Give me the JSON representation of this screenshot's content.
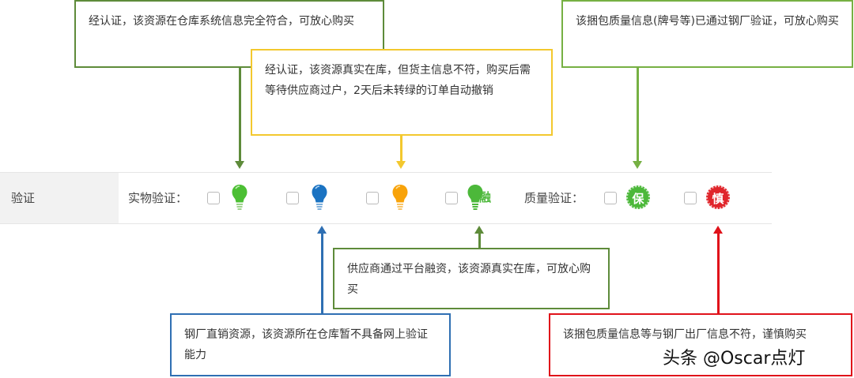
{
  "row": {
    "label": "验证",
    "physical_label": "实物验证：",
    "quality_label": "质量验证：",
    "options": [
      {
        "id": "green-bulb",
        "icon": "lightbulb-green-icon",
        "color": "#4cbf34",
        "checked": false
      },
      {
        "id": "blue-bulb",
        "icon": "lightbulb-blue-icon",
        "color": "#1b73c2",
        "checked": false
      },
      {
        "id": "orange-bulb",
        "icon": "lightbulb-orange-icon",
        "color": "#f8a30a",
        "checked": false
      },
      {
        "id": "finance-bulb",
        "icon": "lightbulb-finance-icon",
        "color": "#4cb83a",
        "badge_text": "融",
        "checked": false
      },
      {
        "id": "bao-badge",
        "icon": "quality-guaranteed-badge-icon",
        "color": "#4cb83a",
        "badge_text": "保",
        "checked": false
      },
      {
        "id": "shen-badge",
        "icon": "caution-badge-icon",
        "color": "#e0252b",
        "badge_text": "慎",
        "checked": false
      }
    ]
  },
  "callouts": {
    "green_bulb": {
      "text": "经认证，该资源在仓库系统信息完全符合，可放心购买",
      "color": "#5e8b3a"
    },
    "orange_bulb": {
      "text": "经认证，该资源真实在库，但货主信息不符，购买后需等待供应商过户，2天后未转绿的订单自动撤销",
      "color": "#f3c82e"
    },
    "bao_badge": {
      "text": "该捆包质量信息(牌号等)已通过钢厂验证，可放心购买",
      "color": "#76b043"
    },
    "finance_bulb": {
      "text": "供应商通过平台融资，该资源真实在库，可放心购买",
      "color": "#5e8b3a"
    },
    "blue_bulb": {
      "text": "钢厂直销资源，该资源所在仓库暂不具备网上验证能力",
      "color": "#2f6fb3"
    },
    "shen_badge": {
      "text": "该捆包质量信息等与钢厂出厂信息不符，谨慎购买",
      "color": "#e0121a"
    }
  },
  "watermark": "头条 @Oscar点灯"
}
